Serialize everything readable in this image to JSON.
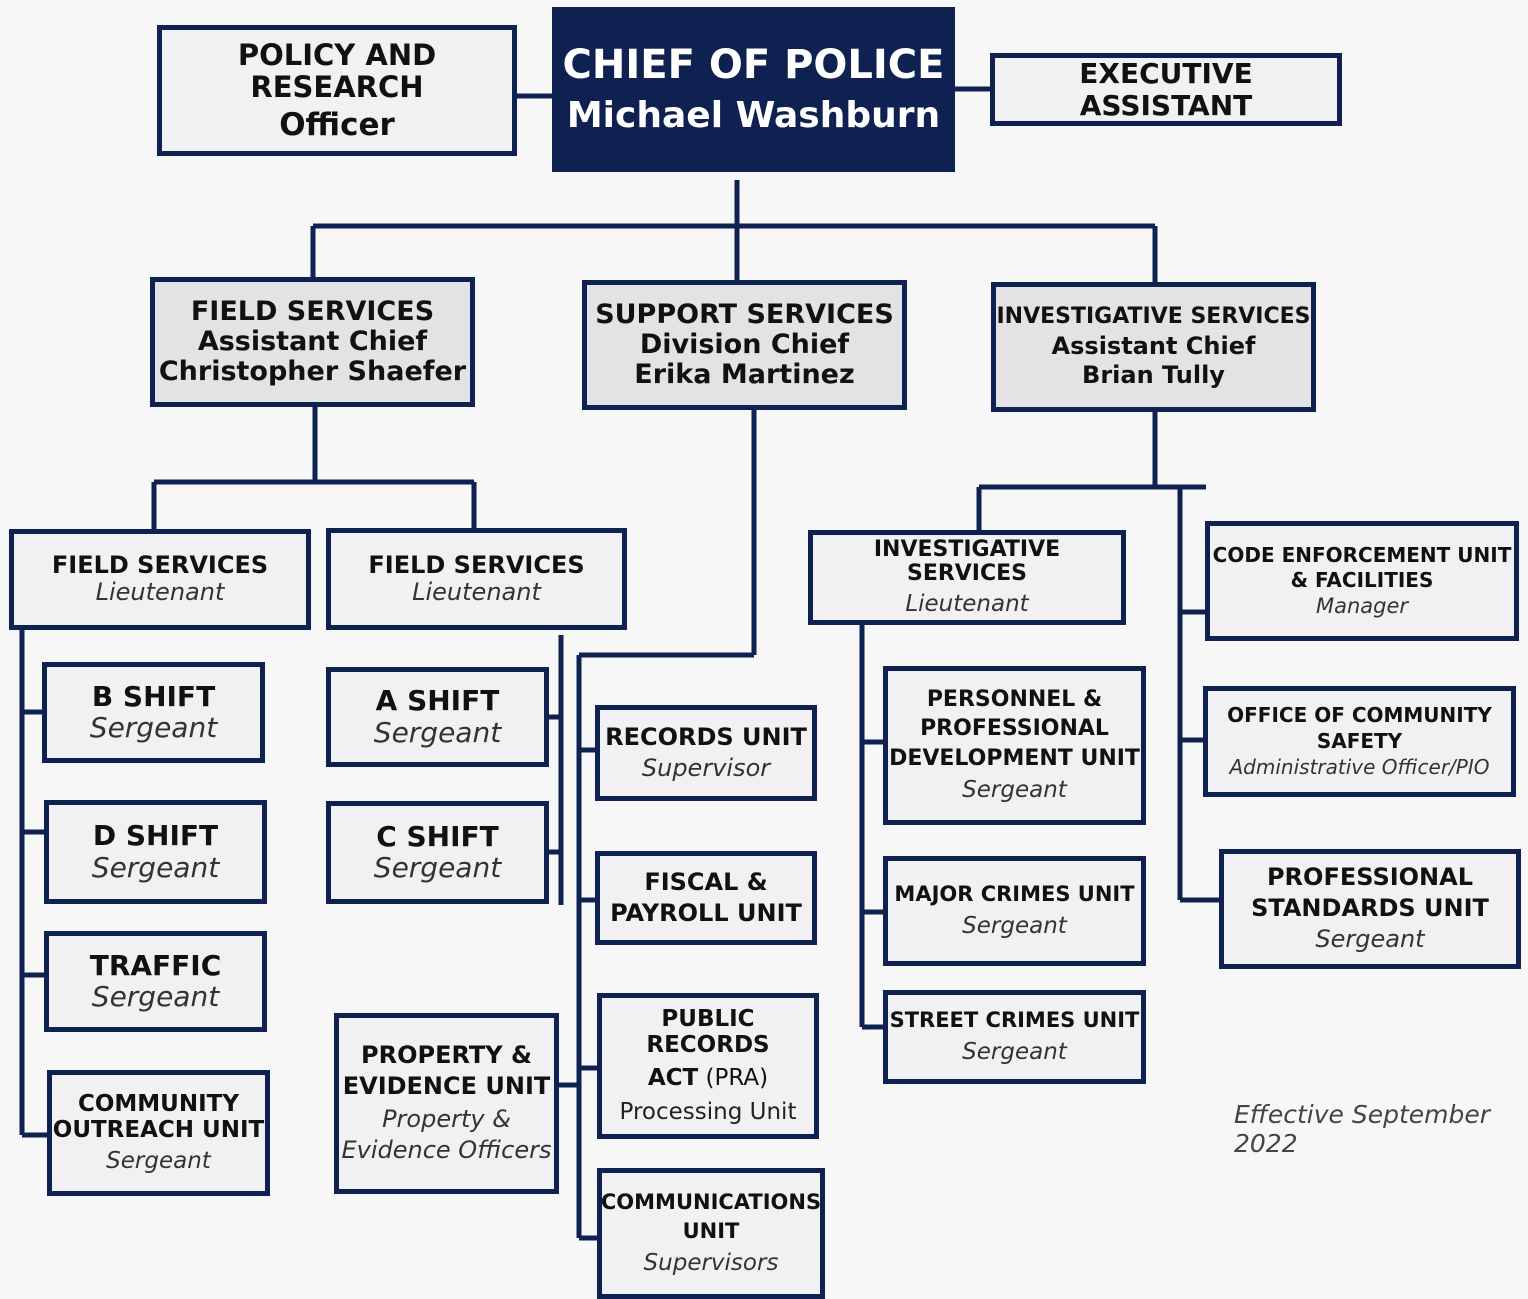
{
  "chief": {
    "title": "CHIEF OF POLICE",
    "name": "Michael Washburn"
  },
  "policy": {
    "title": "POLICY AND RESEARCH",
    "role": "Officer"
  },
  "executive_assistant": {
    "title": "EXECUTIVE ASSISTANT"
  },
  "divisions": {
    "field": {
      "title": "FIELD  SERVICES",
      "role": "Assistant Chief",
      "name": "Christopher Shaefer"
    },
    "support": {
      "title": "SUPPORT  SERVICES",
      "role": "Division Chief",
      "name": "Erika Martinez"
    },
    "investigative": {
      "title": "INVESTIGATIVE SERVICES",
      "role": "Assistant Chief",
      "name": "Brian Tully"
    }
  },
  "field_lieutenants": [
    {
      "title": "FIELD  SERVICES",
      "role": "Lieutenant"
    },
    {
      "title": "FIELD  SERVICES",
      "role": "Lieutenant"
    }
  ],
  "field_left_units": [
    {
      "title": "B SHIFT",
      "role": "Sergeant"
    },
    {
      "title": "D SHIFT",
      "role": "Sergeant"
    },
    {
      "title": "TRAFFIC",
      "role": "Sergeant"
    },
    {
      "title_1": "COMMUNITY",
      "title_2": "OUTREACH UNIT",
      "role": "Sergeant"
    }
  ],
  "field_right_units": [
    {
      "title": "A SHIFT",
      "role": "Sergeant"
    },
    {
      "title": "C SHIFT",
      "role": "Sergeant"
    }
  ],
  "property_unit": {
    "title_1": "PROPERTY &",
    "title_2": "EVIDENCE UNIT",
    "role_1": "Property &",
    "role_2": "Evidence Officers"
  },
  "support_units": {
    "records": {
      "title": "RECORDS UNIT",
      "role": "Supervisor"
    },
    "fiscal": {
      "title_1": "FISCAL &",
      "title_2": "PAYROLL UNIT"
    },
    "pra": {
      "title_1": "PUBLIC RECORDS",
      "title_2": "ACT",
      "title_2b": " (PRA)",
      "role": "Processing Unit"
    },
    "communications": {
      "title_1": "COMMUNICATIONS",
      "title_2": "UNIT",
      "role": "Supervisors"
    }
  },
  "investigative_lieutenant": {
    "title": "INVESTIGATIVE SERVICES",
    "role": "Lieutenant"
  },
  "investigative_units": {
    "personnel": {
      "title_1": "PERSONNEL &",
      "title_2": "PROFESSIONAL",
      "title_3": "DEVELOPMENT UNIT",
      "role": "Sergeant"
    },
    "major": {
      "title": "MAJOR CRIMES UNIT",
      "role": "Sergeant"
    },
    "street": {
      "title": "STREET CRIMES UNIT",
      "role": "Sergeant"
    }
  },
  "investigative_right_units": {
    "code": {
      "title_1": "CODE ENFORCEMENT UNIT",
      "title_2": "& FACILITIES",
      "role": "Manager"
    },
    "community_safety": {
      "title_1": "OFFICE OF COMMUNITY",
      "title_2": "SAFETY",
      "role": "Administrative Officer/PIO"
    },
    "professional": {
      "title_1": "PROFESSIONAL",
      "title_2": "STANDARDS UNIT",
      "role": "Sergeant"
    }
  },
  "effective_note": "Effective September 2022",
  "colors": {
    "navy": "#0e2150",
    "box_fill": "#f1f1f3",
    "division_fill": "#e3e3e6"
  }
}
